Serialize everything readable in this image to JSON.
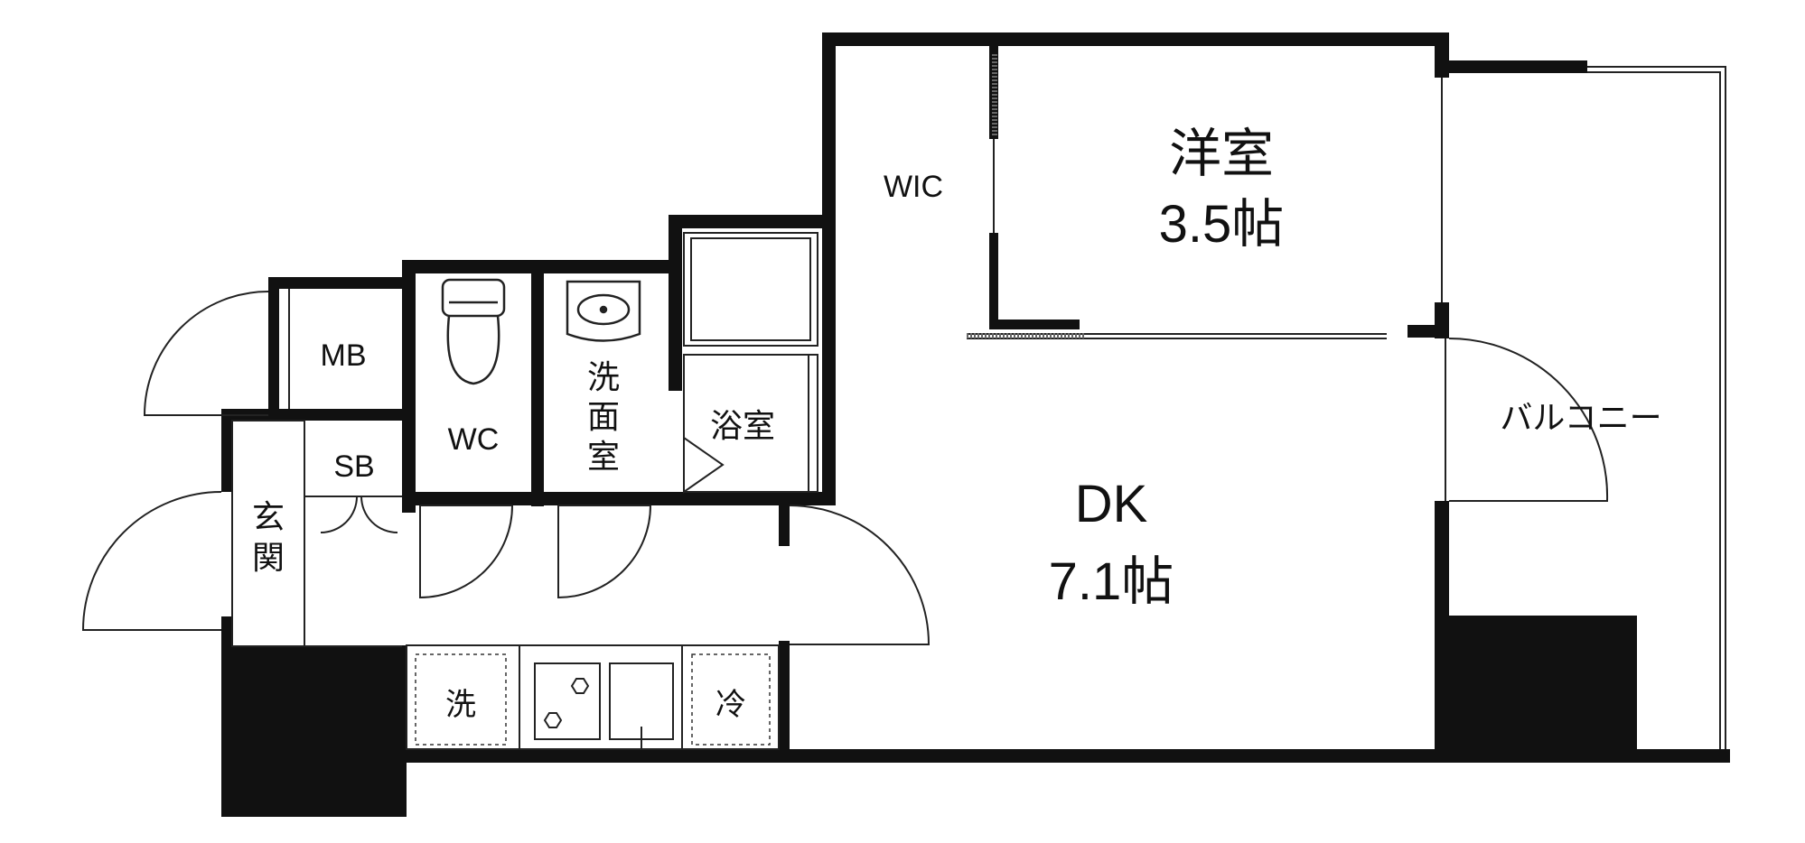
{
  "rooms": {
    "western": {
      "name": "洋室",
      "size": "3.5帖"
    },
    "dk": {
      "name": "DK",
      "size": "7.1帖"
    },
    "wic": {
      "name": "WIC"
    },
    "mb": {
      "name": "MB"
    },
    "sb": {
      "name": "SB"
    },
    "wc": {
      "name": "WC"
    },
    "washroom": {
      "line1": "洗",
      "line2": "面",
      "line3": "室"
    },
    "bath": {
      "name": "浴室"
    },
    "entrance": {
      "line1": "玄",
      "line2": "関"
    },
    "balcony": {
      "name": "バルコニー"
    }
  },
  "fixtures": {
    "washer": "洗",
    "fridge": "冷"
  },
  "colors": {
    "wall": "#111111",
    "line": "#222222",
    "background": "#ffffff"
  }
}
